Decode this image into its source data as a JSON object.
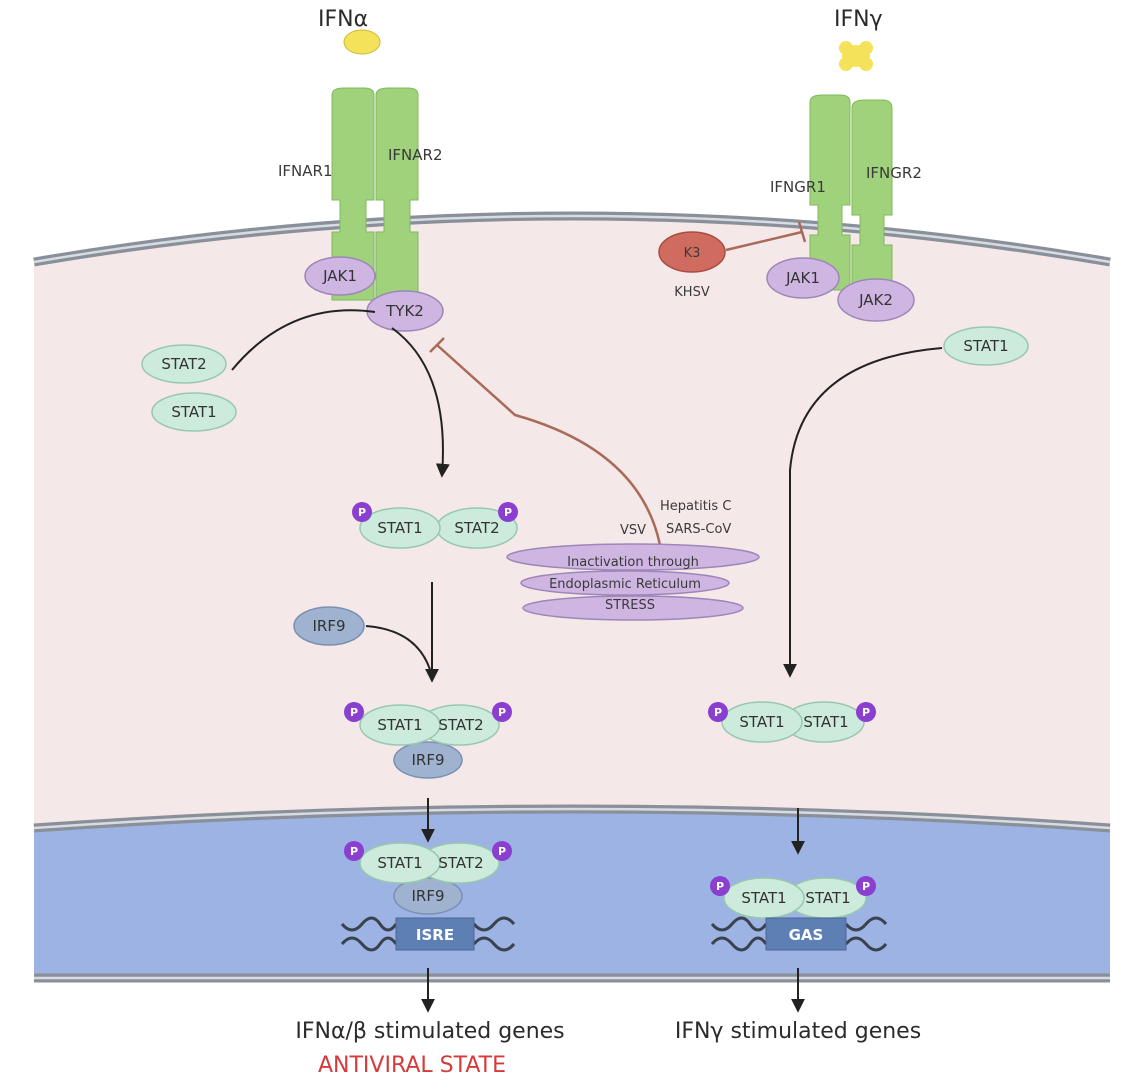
{
  "ligands": {
    "left": "IFNα",
    "right": "IFNγ"
  },
  "receptors": {
    "ifnar1": "IFNAR1",
    "ifnar2": "IFNAR2",
    "ifngr1": "IFNGR1",
    "ifngr2": "IFNGR2"
  },
  "kinases": {
    "jak1": "JAK1",
    "tyk2": "TYK2",
    "jak2": "JAK2"
  },
  "inhibitor": {
    "label": "K3",
    "virus": "KHSV"
  },
  "stat": {
    "stat1": "STAT1",
    "stat2": "STAT2",
    "irf9": "IRF9",
    "p": "P"
  },
  "er_stress": {
    "viruses": [
      "Hepatitis C",
      "VSV",
      "SARS-CoV"
    ],
    "lines": [
      "Inactivation through",
      "Endoplasmic Reticulum",
      "STRESS"
    ]
  },
  "dna": {
    "isre": "ISRE",
    "gas": "GAS"
  },
  "outputs": {
    "left": "IFNα/β stimulated genes",
    "antiviral": "ANTIVIRAL STATE",
    "right": "IFNγ stimulated genes"
  },
  "colors": {
    "cytoplasm": "#f5e8e8",
    "nucleus": "#9db3e3",
    "membrane": "#8a909a",
    "receptor": "#9fd27a",
    "ligand": "#f4e35a",
    "jak": "#cfb6e2",
    "stat": "#cdebdc",
    "irf9": "#9fb2cf",
    "k3": "#d06b60",
    "phospho": "#8a3fd1",
    "inhibit_line": "#a86b5a",
    "antiviral_text": "#d63a3a"
  }
}
